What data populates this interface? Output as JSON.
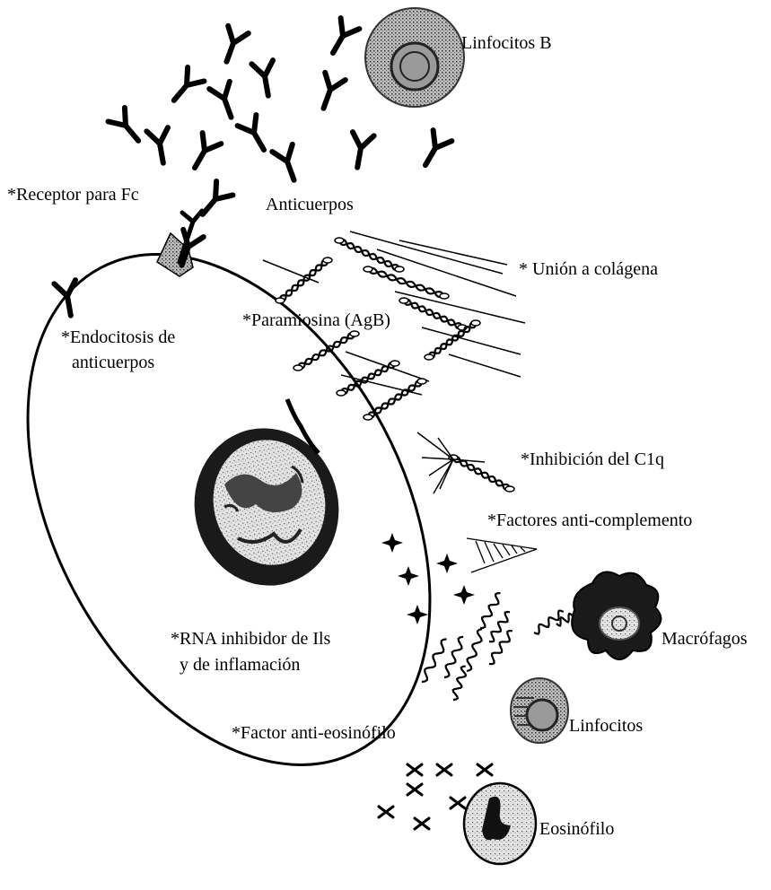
{
  "labels": {
    "linfocitos_b": "Linfocitos B",
    "receptor_fc": "*Receptor para Fc",
    "anticuerpos": "Anticuerpos",
    "union_colagena": "* Unión a colágena",
    "paramiosina": "*Paramiosina (AgB)",
    "endocitosis_1": "*Endocitosis de",
    "endocitosis_2": "anticuerpos",
    "inhibicion_c1q": "*Inhibición del C1q",
    "factores_anticomplemento": "*Factores anti-complemento",
    "rna_1": "*RNA inhibidor de Ils",
    "rna_2": "y de inflamación",
    "macrofagos": "Macrófagos",
    "factor_antieosinofilo": "*Factor anti-eosinófilo",
    "linfocitos": "Linfocitos",
    "eosinofilo": "Eosinófilo"
  },
  "colors": {
    "ink": "#000000",
    "background": "#ffffff",
    "stipple": "#555555"
  }
}
